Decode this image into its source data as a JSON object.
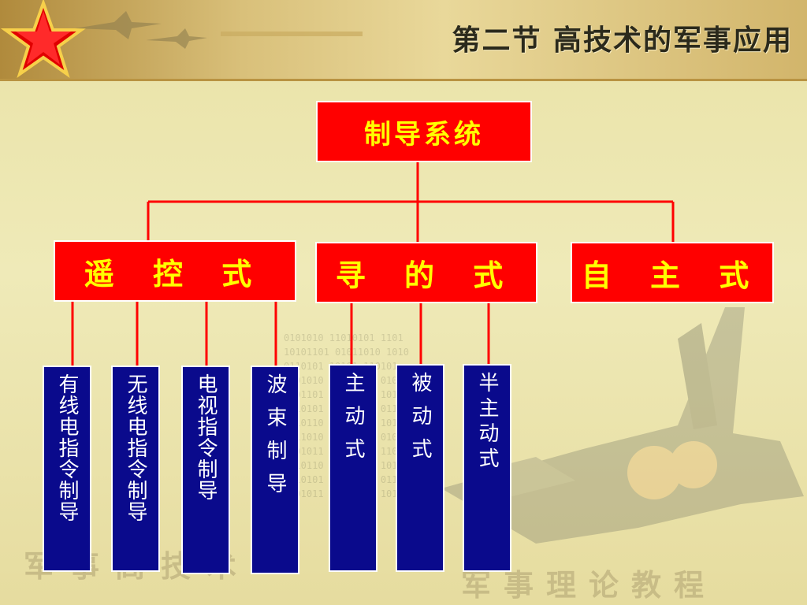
{
  "header": {
    "title": "第二节 高技术的军事应用"
  },
  "diagram": {
    "root": "制导系统",
    "categories": [
      {
        "label": "遥 控 式",
        "children": [
          "有线电指令制导",
          "无线电指令制导",
          "电视指令制导",
          "波束制导"
        ]
      },
      {
        "label": "寻 的 式",
        "children": [
          "主动式",
          "被动式",
          "半主动式"
        ]
      },
      {
        "label": "自 主 式",
        "children": []
      }
    ]
  },
  "watermarks": {
    "left": "军事高技术",
    "right": "军事理论教程"
  },
  "colors": {
    "box_red": "#ff0000",
    "box_text_yellow": "#ffff00",
    "box_blue": "#0a0a8c",
    "connector": "#ff0000"
  }
}
